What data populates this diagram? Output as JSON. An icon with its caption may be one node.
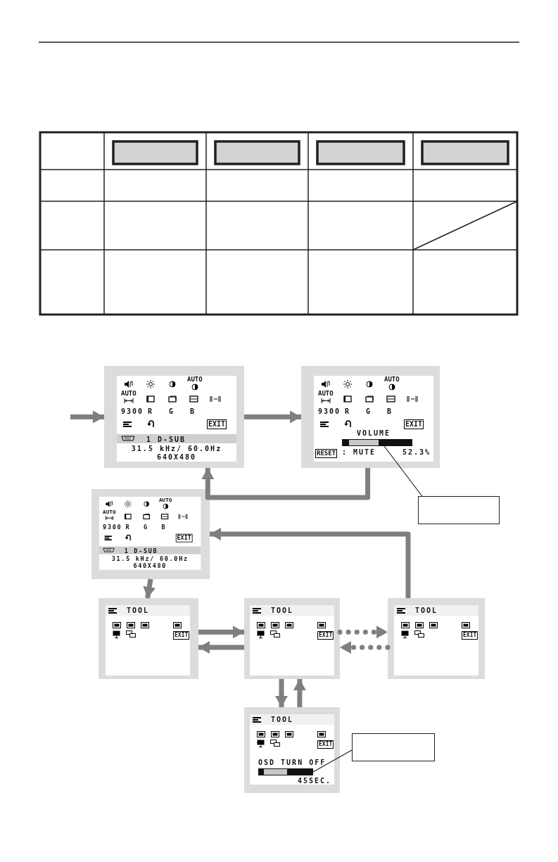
{
  "diagram": {
    "nodes": [
      {
        "text": [
          "AUTO",
          "AUTO",
          "9300",
          "R",
          "G",
          "B",
          "EXIT",
          "1 D-SUB",
          "31.5 kHz/ 60.0Hz",
          "640X480"
        ]
      },
      {
        "text": [
          "AUTO",
          "AUTO",
          "9300",
          "R",
          "G",
          "B",
          "EXIT",
          "VOLUME",
          "RESET",
          ": MUTE",
          "52.3%"
        ]
      },
      {
        "text": [
          "AUTO",
          "AUTO",
          "9300",
          "R",
          "G",
          "B",
          "EXIT",
          "1 D-SUB",
          "31.5 kHz/ 60.0Hz",
          "640X480"
        ]
      },
      {
        "text": [
          "TOOL",
          "EXIT"
        ]
      },
      {
        "text": [
          "TOOL",
          "EXIT"
        ]
      },
      {
        "text": [
          "TOOL",
          "EXIT"
        ]
      },
      {
        "text": [
          "TOOL",
          "EXIT",
          "OSD TURN OFF",
          "45SEC."
        ]
      },
      {
        "text": [],
        "shape": "box"
      },
      {
        "text": [],
        "shape": "bar",
        "in": 1
      },
      {
        "text": [],
        "shape": "box"
      },
      {
        "text": [],
        "shape": "bar",
        "in": 6
      }
    ],
    "edges": [
      {
        "from": null,
        "to": 0,
        "arrow": "to"
      },
      {
        "from": 0,
        "to": 1,
        "arrow": "to"
      },
      {
        "from": 1,
        "to": 0,
        "arrow": "to"
      },
      {
        "from": 5,
        "to": 2,
        "arrow": "to"
      },
      {
        "from": 2,
        "to": 3,
        "arrow": "to"
      },
      {
        "from": 3,
        "to": 4,
        "arrow": "to"
      },
      {
        "from": 4,
        "to": 3,
        "arrow": "to"
      },
      {
        "from": 4,
        "to": 5,
        "arrow": "to",
        "style": "dashed"
      },
      {
        "from": 5,
        "to": 4,
        "arrow": "to",
        "style": "dashed"
      },
      {
        "from": 4,
        "to": 6,
        "arrow": "to"
      },
      {
        "from": 6,
        "to": 4,
        "arrow": "to"
      },
      {
        "from": 7,
        "to": 8,
        "arrow": "none",
        "color": "#231f20"
      },
      {
        "from": 9,
        "to": 10,
        "arrow": "none",
        "color": "#231f20"
      }
    ]
  }
}
